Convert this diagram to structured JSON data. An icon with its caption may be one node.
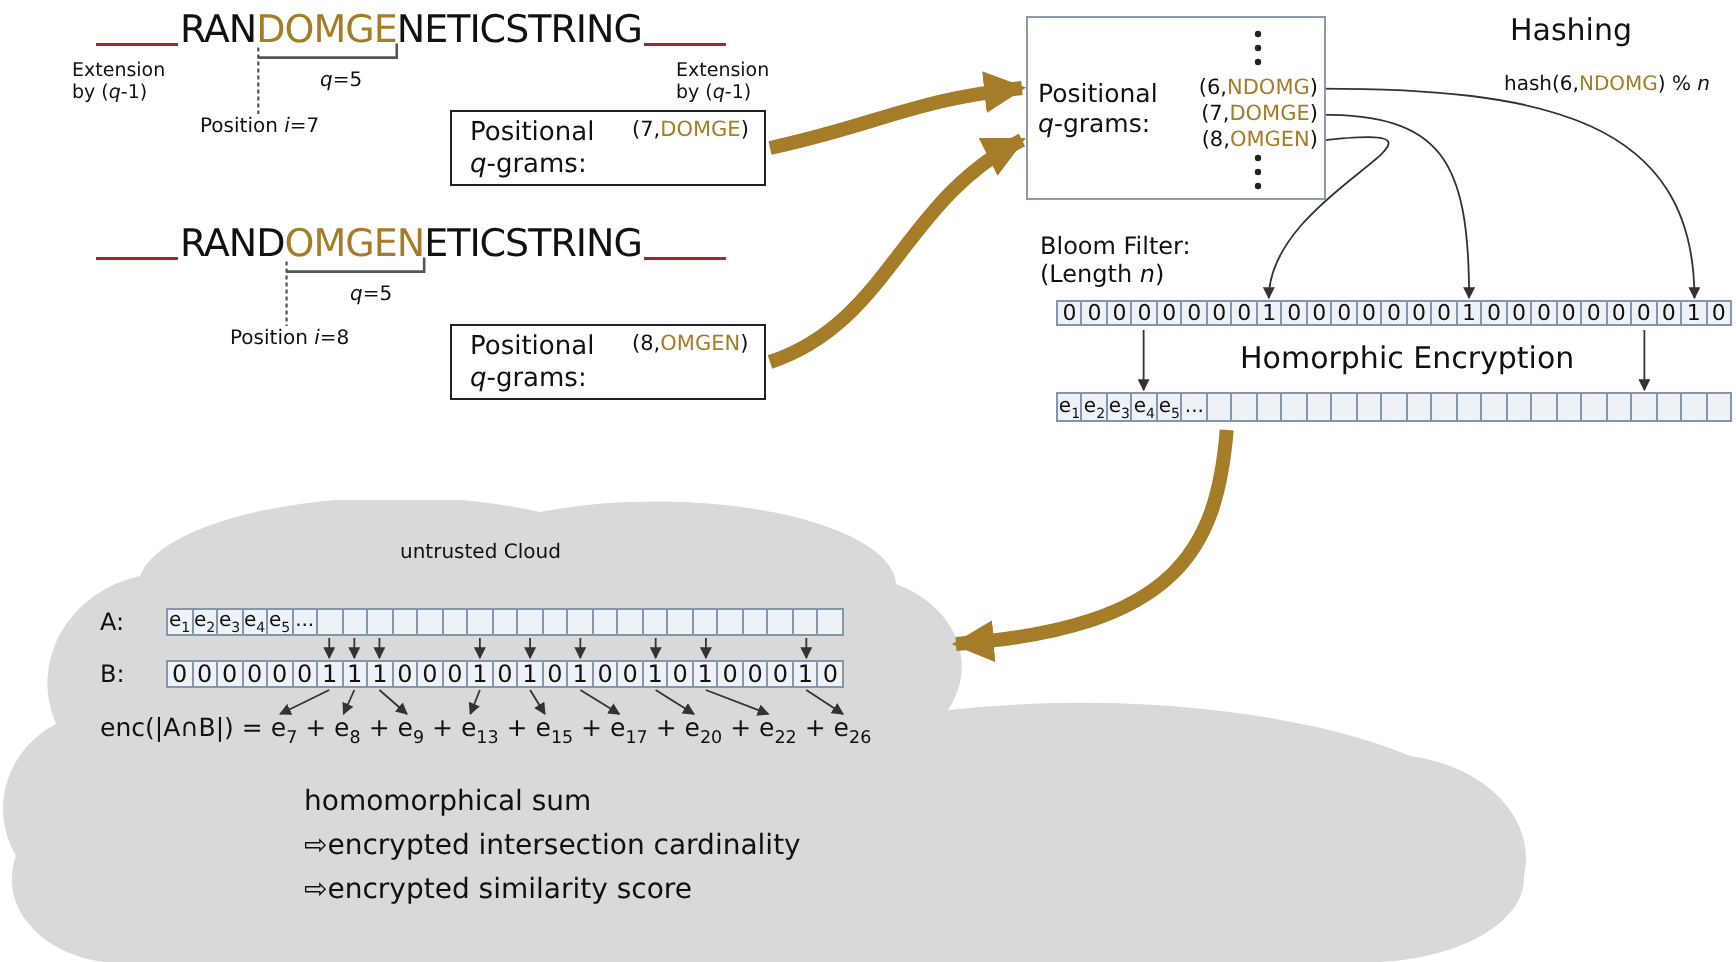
{
  "diagram": {
    "nodes": [
      {
        "text": [
          "Positional *q*-grams:",
          "(7,**DOMGE**)"
        ]
      },
      {
        "text": [
          "Positional *q*-grams:",
          "(8,**OMGEN**)"
        ]
      },
      {
        "text": [
          "Positional *q*-grams:"
        ]
      },
      {
        "text": [
          "(6,**NDOMG**)"
        ],
        "in": 2
      },
      {
        "text": [
          "(7,**DOMGE**)"
        ],
        "in": 2
      },
      {
        "text": [
          "(8,**OMGEN**)"
        ],
        "in": 2
      },
      {
        "text": [
          "0",
          "0",
          "0",
          "0",
          "0",
          "0",
          "0",
          "0",
          "1",
          "0",
          "0",
          "0",
          "0",
          "0",
          "0",
          "0",
          "1",
          "0",
          "0",
          "0",
          "0",
          "0",
          "0",
          "0",
          "0",
          "1",
          "0"
        ],
        "beside": [
          "Bloom Filter: (Length *n*)"
        ]
      },
      {
        "text": [
          "e$_{1}$",
          "e$_{2}$",
          "e$_{3}$",
          "e$_{4}$",
          "e$_{5}$",
          "..."
        ]
      },
      {
        "text": [
          "untrusted Cloud"
        ]
      },
      {
        "text": [
          "e$_{1}$",
          "e$_{2}$",
          "e$_{3}$",
          "e$_{4}$",
          "e$_{5}$",
          "..."
        ],
        "in": 8
      },
      {
        "text": [
          "0",
          "0",
          "0",
          "0",
          "0",
          "0",
          "1",
          "1",
          "1",
          "0",
          "0",
          "0",
          "1",
          "0",
          "1",
          "0",
          "1",
          "0",
          "0",
          "1",
          "0",
          "1",
          "0",
          "0",
          "0",
          "1",
          "0"
        ],
        "in": 8
      },
      {
        "text": [
          "enc(|A∩B|) = e$_{7}$ + e$_{8}$ + e$_{9}$ + e$_{13}$ + e$_{15}$ + e$_{17}$ + e$_{20}$ + e$_{22}$ + e$_{26}$"
        ],
        "in": 8
      }
    ],
    "edges": [
      {
        "from": 0,
        "to": 2,
        "arrow": "to",
        "style": "thick",
        "color": "#a57d28"
      },
      {
        "from": 1,
        "to": 2,
        "arrow": "to",
        "style": "thick",
        "color": "#a57d28"
      },
      {
        "from": 3,
        "to": 6,
        "arrow": "to"
      },
      {
        "from": 4,
        "to": 6,
        "arrow": "to"
      },
      {
        "from": 5,
        "to": 6,
        "arrow": "to"
      },
      {
        "from": 6,
        "to": 7,
        "arrow": "to"
      },
      {
        "from": 6,
        "to": 7,
        "arrow": "to"
      },
      {
        "from": 7,
        "to": 8,
        "arrow": "to",
        "style": "thick",
        "color": "#a57d28"
      },
      {
        "from": 9,
        "to": 10,
        "arrow": "to"
      },
      {
        "from": 9,
        "to": 10,
        "arrow": "to"
      },
      {
        "from": 9,
        "to": 10,
        "arrow": "to"
      },
      {
        "from": 9,
        "to": 10,
        "arrow": "to"
      },
      {
        "from": 9,
        "to": 10,
        "arrow": "to"
      },
      {
        "from": 9,
        "to": 10,
        "arrow": "to"
      },
      {
        "from": 9,
        "to": 10,
        "arrow": "to"
      },
      {
        "from": 9,
        "to": 10,
        "arrow": "to"
      },
      {
        "from": 9,
        "to": 10,
        "arrow": "to"
      },
      {
        "from": 10,
        "to": 11,
        "arrow": "to"
      },
      {
        "from": 10,
        "to": 11,
        "arrow": "to"
      },
      {
        "from": 10,
        "to": 11,
        "arrow": "to"
      },
      {
        "from": 10,
        "to": 11,
        "arrow": "to"
      },
      {
        "from": 10,
        "to": 11,
        "arrow": "to"
      },
      {
        "from": 10,
        "to": 11,
        "arrow": "to"
      },
      {
        "from": 10,
        "to": 11,
        "arrow": "to"
      },
      {
        "from": 10,
        "to": 11,
        "arrow": "to"
      },
      {
        "from": 10,
        "to": 11,
        "arrow": "to"
      }
    ],
    "labels": [
      "RAN**DOMGE**NETICSTRING",
      "Extension by (*q*-1)",
      "*q*=5",
      "Extension by (*q*-1)",
      "Position *i*=7",
      "RAND**OMGEN**ETICSTRING",
      "*q*=5",
      "Position *i*=8",
      "Hashing",
      "hash(6,**NDOMG**) % *n*",
      "Homorphic Encryption",
      "A:",
      "B:",
      "homomorphical sum",
      "⇨encrypted intersection cardinality",
      "⇨encrypted similarity score"
    ]
  }
}
